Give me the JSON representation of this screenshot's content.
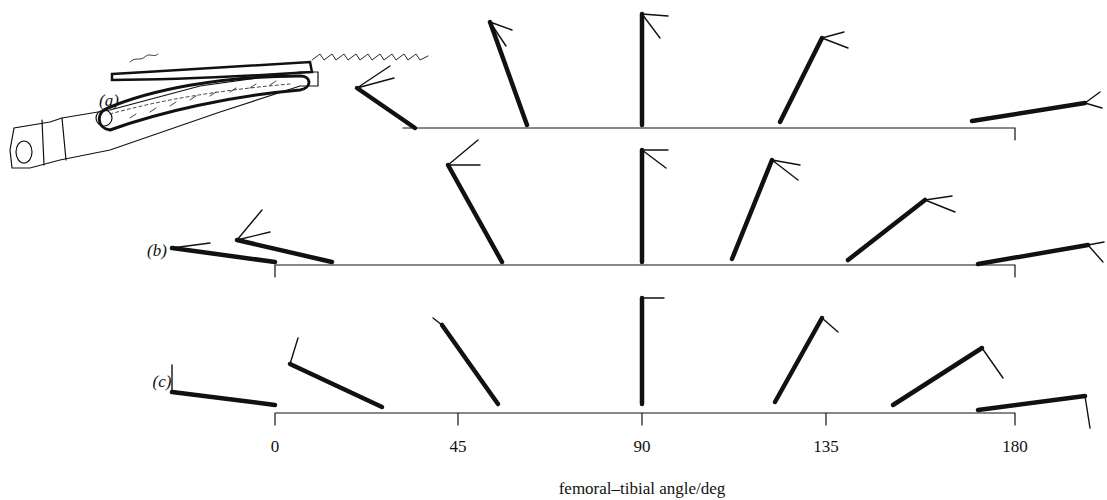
{
  "diagram": {
    "labels": [
      "(a)",
      "(b)",
      "(c)",
      "0",
      "45",
      "90",
      "135",
      "180",
      "femoral–tibial angle/deg"
    ]
  }
}
